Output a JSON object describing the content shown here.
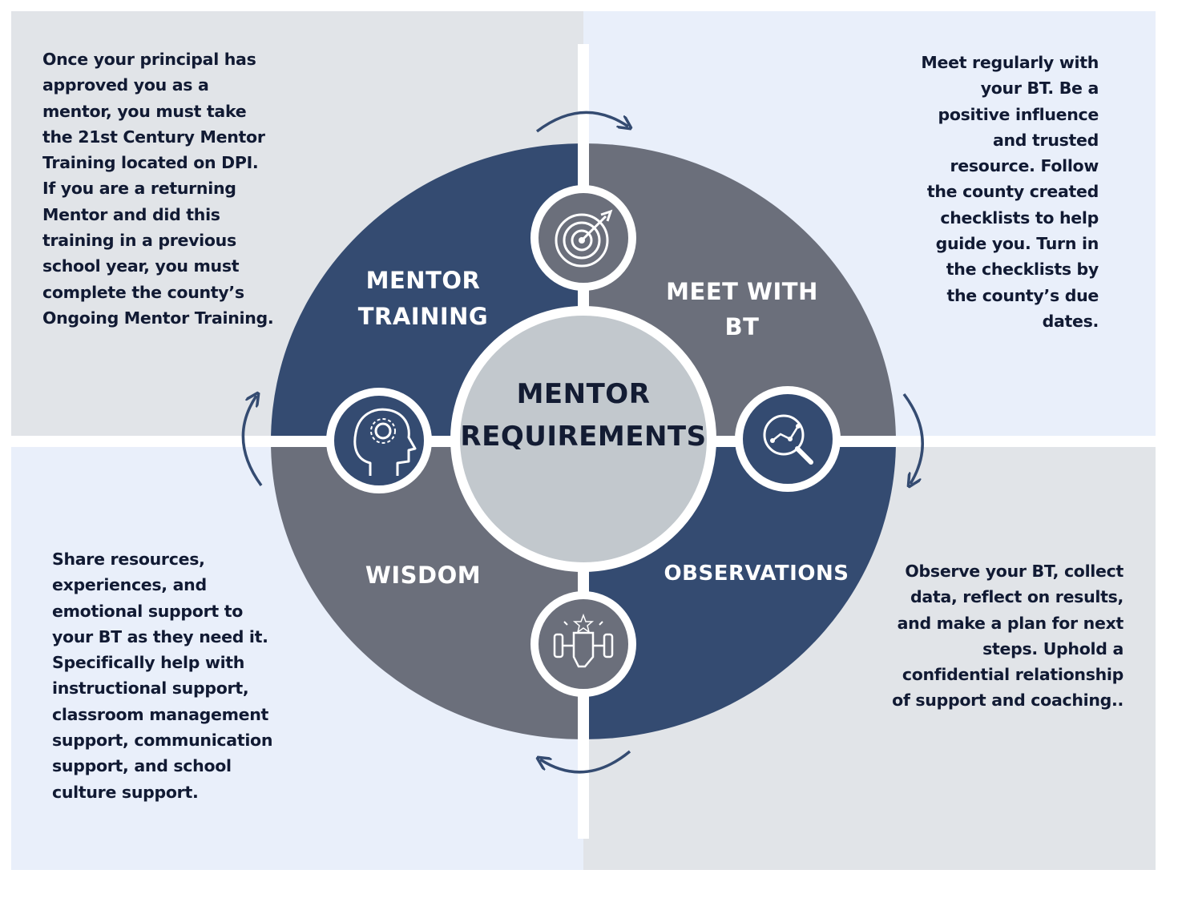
{
  "center": {
    "title_line1": "MENTOR",
    "title_line2": "REQUIREMENTS"
  },
  "quadrants": {
    "top_left": {
      "label_line1": "MENTOR",
      "label_line2": "TRAINING",
      "icon": "target-icon",
      "description": "Once your principal has\napproved you as a\nmentor, you must take\nthe 21st Century Mentor\nTraining located on DPI.\nIf you are a returning\nMentor and did this\ntraining in a previous\nschool year, you must\ncomplete the county’s\nOngoing Mentor Training."
    },
    "top_right": {
      "label_line1": "MEET WITH",
      "label_line2": "BT",
      "icon": "magnifier-chart-icon",
      "description": "Meet regularly with\nyour BT. Be a\npositive influence\nand trusted\nresource. Follow\nthe county created\nchecklists to help\nguide you. Turn in\nthe checklists by\nthe county’s due\ndates."
    },
    "bottom_right": {
      "label": "OBSERVATIONS",
      "icon": "strength-fist-icon",
      "description": "Observe your BT, collect\ndata, reflect on results,\nand make a plan for next\nsteps. Uphold a\nconfidential relationship\nof support and coaching.."
    },
    "bottom_left": {
      "label": "WISDOM",
      "icon": "head-gear-icon",
      "description": "Share resources,\nexperiences, and\nemotional support to\nyour BT as they need it.\nSpecifically help with\ninstructional support,\nclassroom management\nsupport, communication\nsupport, and school\nculture support."
    }
  },
  "colors": {
    "navy": "#344b71",
    "slate": "#6b6f7b",
    "center_fill": "#c2c8cd",
    "panel_gray": "#e1e4e8",
    "panel_blue": "#e9effa",
    "text_dark": "#111a33",
    "arrow": "#344b71"
  }
}
